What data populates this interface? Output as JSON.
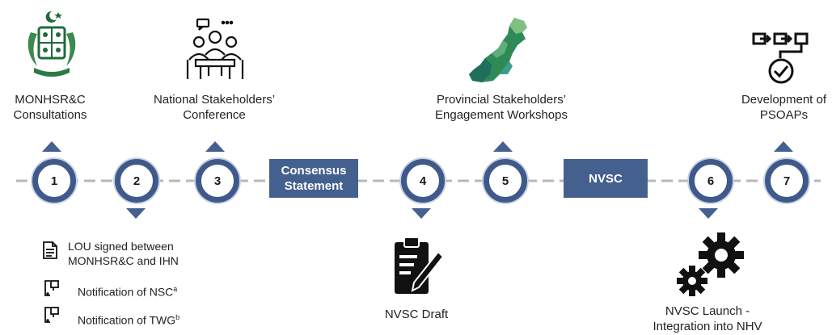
{
  "milestones": [
    {
      "number": "1",
      "label_line1": "MONHSR&C",
      "label_line2": "Consultations",
      "icon": "emblem-icon"
    },
    {
      "number": "2",
      "icon": "document-icon"
    },
    {
      "number": "3",
      "label_line1": "National Stakeholders’",
      "label_line2": "Conference",
      "icon": "meeting-icon"
    },
    {
      "number": "4",
      "label": "NVSC Draft",
      "icon": "clipboard-pen-icon"
    },
    {
      "number": "5",
      "label_line1": "Provincial Stakeholders’",
      "label_line2": "Engagement Workshops",
      "icon": "map-icon"
    },
    {
      "number": "6",
      "label_line1": "NVSC Launch -",
      "label_line2": "Integration into NHV",
      "icon": "gears-icon"
    },
    {
      "number": "7",
      "label_line1": "Development of",
      "label_line2": "PSOAPs",
      "icon": "workflow-check-icon"
    }
  ],
  "boxes": {
    "consensus_line1": "Consensus",
    "consensus_line2": "Statement",
    "nvsc": "NVSC"
  },
  "notes": {
    "lou_line1": "LOU signed between",
    "lou_line2": "MONHSR&C and IHN",
    "nsc": "Notification of NSC",
    "nsc_sup": "a",
    "twg": "Notification of TWG",
    "twg_sup": "b"
  },
  "colors": {
    "accent": "#44608f",
    "node_ring": "#3f5a8a",
    "connector": "#b8b8b8",
    "map_green": "#2e8b57"
  }
}
